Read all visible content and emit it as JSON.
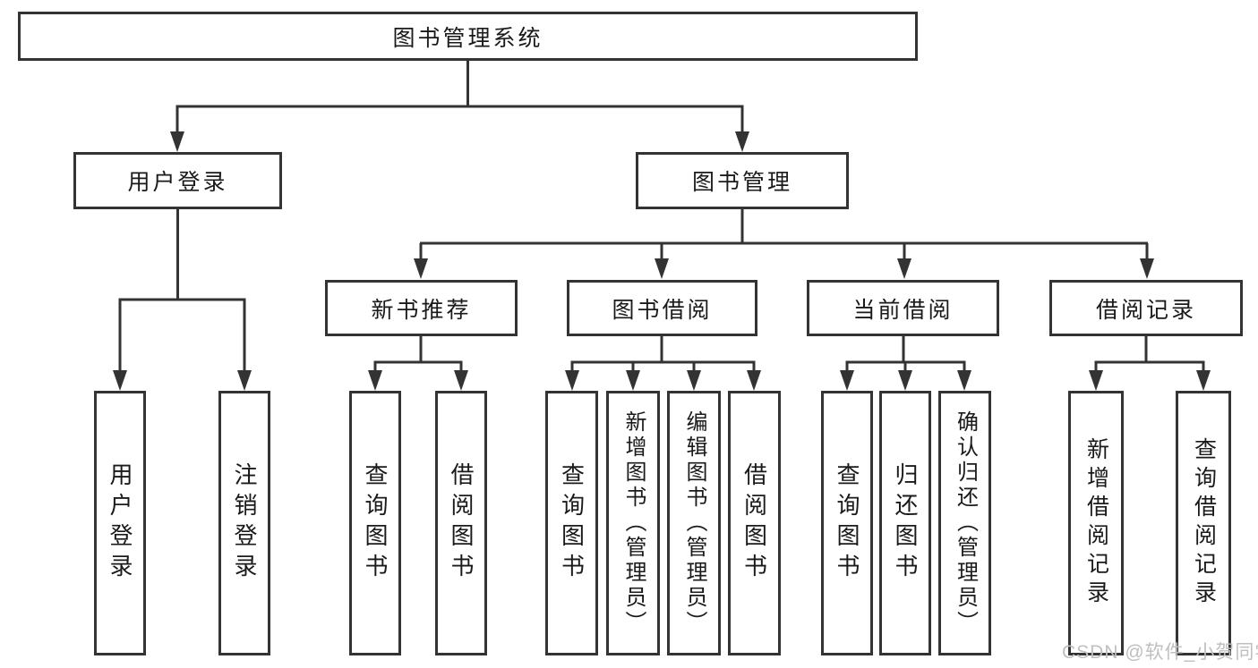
{
  "tree": {
    "root": "图书管理系统",
    "branches": {
      "user_login": {
        "label": "用户登录",
        "leaves": {
          "login": "用户登录",
          "logout": "注销登录"
        }
      },
      "book_mgmt": {
        "label": "图书管理",
        "sections": {
          "new_books": {
            "label": "新书推荐",
            "leaves": {
              "query": "查询图书",
              "borrow": "借阅图书"
            }
          },
          "book_borrow": {
            "label": "图书借阅",
            "leaves": {
              "query": "查询图书",
              "add": "新增图书（管理员）",
              "edit": "编辑图书（管理员）",
              "borrow": "借阅图书"
            }
          },
          "current_borrow": {
            "label": "当前借阅",
            "leaves": {
              "query": "查询图书",
              "return": "归还图书",
              "confirm": "确认归还（管理员）"
            }
          },
          "borrow_records": {
            "label": "借阅记录",
            "leaves": {
              "add": "新增借阅记录",
              "query": "查询借阅记录"
            }
          }
        }
      }
    }
  },
  "watermark": "CSDN @软件_小贺同学",
  "colors": {
    "line": "#333333",
    "text": "#1a1a1a",
    "watermark": "#bfbfbf",
    "background": "#ffffff"
  }
}
